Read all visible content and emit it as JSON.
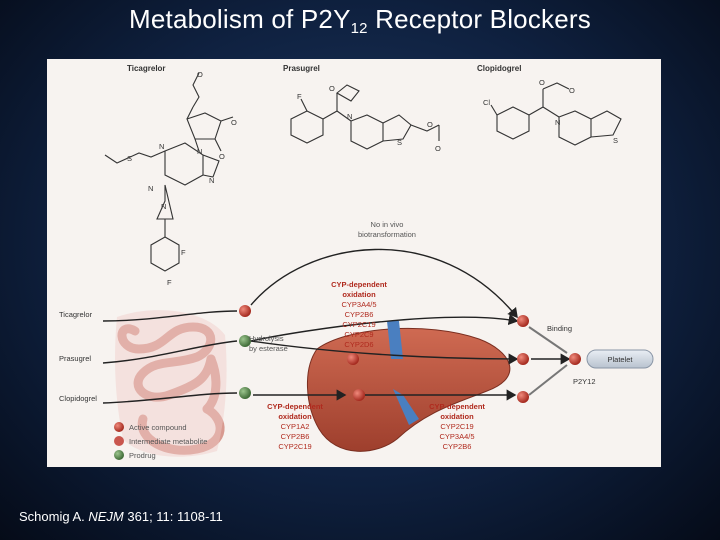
{
  "title": {
    "main": "Metabolism of P2Y",
    "subscript": "12",
    "rest": " Receptor Blockers"
  },
  "citation": {
    "author": "Schomig A. ",
    "journal": "NEJM",
    "details": " 361; 11: 1108-11"
  },
  "figure": {
    "drug_headers": [
      "Ticagrelor",
      "Prasugrel",
      "Clopidogrel"
    ],
    "row_labels": [
      "Ticagrelor",
      "Prasugrel",
      "Clopidogrel"
    ],
    "no_biotransformation": [
      "No in vivo",
      "biotransformation"
    ],
    "prasugrel_hydrolysis": [
      "Hydrolysis",
      "by esterase"
    ],
    "cyp_dependent_top": [
      "CYP-dependent",
      "oxidation",
      "CYP3A4/5",
      "CYP2B6",
      "CYP2C19",
      "CYP2C9",
      "CYP2D6"
    ],
    "cyp_dependent_left": [
      "CYP-dependent",
      "oxidation",
      "CYP1A2",
      "CYP2B6",
      "CYP2C19"
    ],
    "cyp_dependent_right": [
      "CYP-dependent",
      "oxidation",
      "CYP2C19",
      "CYP3A4/5",
      "CYP2B6"
    ],
    "binding_label": "Binding",
    "platelet_label": "Platelet",
    "receptor_label": "P2Y12",
    "legend": [
      {
        "label": "Active compound",
        "color": "#c0392b"
      },
      {
        "label": "Intermediate metabolite",
        "color": "#c9564e"
      },
      {
        "label": "Prodrug",
        "color": "#5e8a55"
      }
    ],
    "atoms": {
      "o": "O",
      "s": "S",
      "n": "N",
      "f": "F",
      "cl": "Cl"
    },
    "colors": {
      "active": "#c0392b",
      "prodrug": "#5e8a55",
      "cyp_text": "#b02a1e",
      "label_text": "#555555",
      "liver": "#b5503c"
    }
  }
}
